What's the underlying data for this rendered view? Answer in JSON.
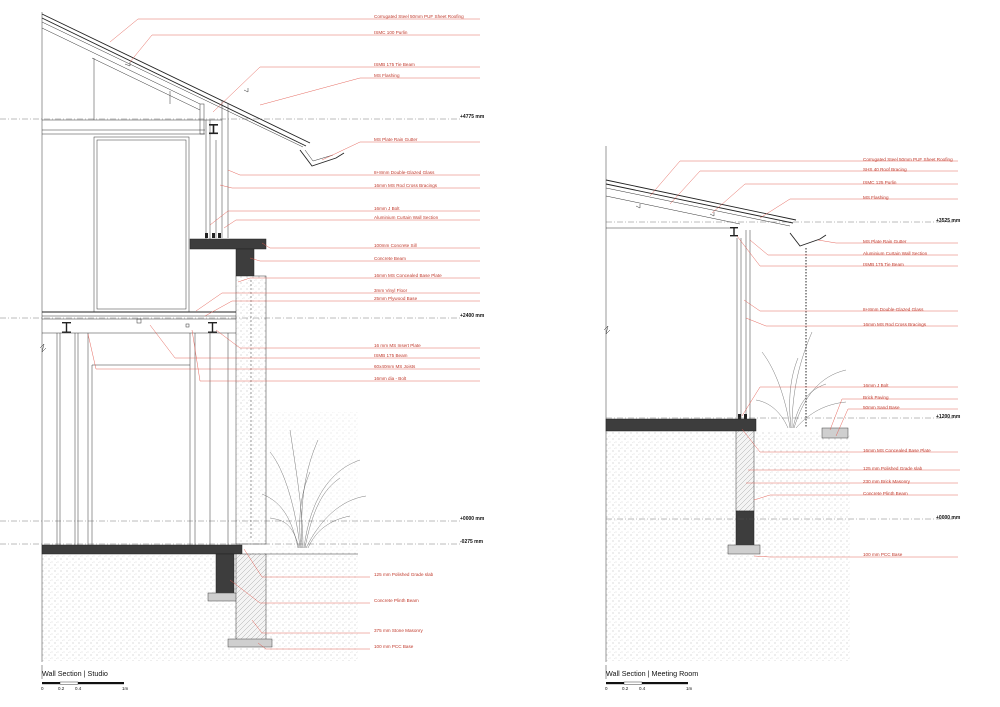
{
  "studio": {
    "title": "Wall Section | Studio",
    "levels": [
      "+4775 mm",
      "+2400 mm",
      "+0000 mm",
      "-0275 mm"
    ],
    "annotations": [
      "Corrugated Steel 50mm PUF Sheet Roofing",
      "ISMC 100 Purlin",
      "ISMB 175 Tie Beam",
      "MS Flashing",
      "MS Plate Rain Gutter",
      "8+8mm Double-Glazed Glass",
      "16mm MS Rod Cross Bracings",
      "16mm J Bolt",
      "Aluminium Curtain Wall Section",
      "100mm Concrete Sill",
      "Concrete Beam",
      "16mm MS Concealed Base Plate",
      "3mm Vinyl Floor",
      "25mm Plywood Base",
      "16 mm MS Insert Plate",
      "ISMB 175 Beam",
      "60x40mm MS Joists",
      "16mm dia - Bolt",
      "125 mm Polished Grade slab",
      "Concrete Plinth Beam",
      "375 mm Stone Masonry",
      "100 mm PCC Base"
    ],
    "scale": [
      "0",
      "0.2",
      "0.4",
      "1m"
    ]
  },
  "meeting": {
    "title": "Wall Section | Meeting Room",
    "levels": [
      "+3525 mm",
      "+1200 mm",
      "+0000 mm"
    ],
    "annotations": [
      "Corrugated Steel 50mm PUF Sheet Roofing",
      "SHS 40 Roof Bracing",
      "ISMC 125 Purlin",
      "MS Flashing",
      "MS Plate Rain Gutter",
      "Aluminium Curtain Wall Section",
      "ISMB 175 Tie Beam",
      "8+8mm Double-Glazed Glass",
      "16mm MS Rod Cross Bracings",
      "16mm J Bolt",
      "Brick Paving",
      "50mm Sand Base",
      "16mm MS Concealed Base Plate",
      "125 mm Polished Grade slab",
      "230 mm Brick Masonry",
      "Concrete Plinth Beam",
      "100 mm PCC Base"
    ],
    "scale": [
      "0",
      "0.2",
      "0.4",
      "1m"
    ]
  },
  "colors": {
    "leader": "#e2574c",
    "annotation_text": "#c0392b",
    "concrete": "#3d3d3d",
    "line": "#222222"
  }
}
